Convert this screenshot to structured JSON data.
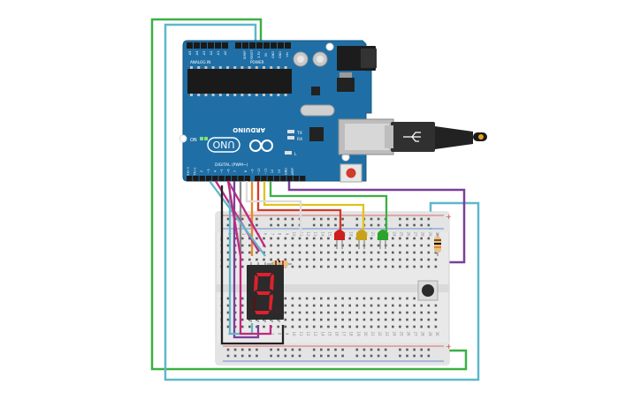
{
  "arduino": {
    "brand": "ARDUINO",
    "model": "UNO",
    "on_label": "ON",
    "tx_label": "TX",
    "rx_label": "RX",
    "l_label": "L",
    "power_header_label": "POWER",
    "analog_header_label": "ANALOG IN",
    "digital_header_label": "DIGITAL (PWM~)",
    "power_pins": [
      "Vin",
      "GND",
      "GND",
      "5V",
      "3.3V",
      "RESET",
      "IOREF"
    ],
    "analog_pins": [
      "A0",
      "A1",
      "A2",
      "A3",
      "A4",
      "A5"
    ],
    "digital_pins": [
      "AREF",
      "GND",
      "13",
      "12",
      "~11",
      "~10",
      "~9",
      "8",
      "7",
      "~6",
      "~5",
      "4",
      "~3",
      "2",
      "TX→1",
      "RX←0"
    ],
    "board_color": "#1f6fa6"
  },
  "display": {
    "digit": "9",
    "segment_color": "#e0202e"
  },
  "leds": [
    {
      "name": "red",
      "color": "#cc1f1f"
    },
    {
      "name": "yellow",
      "color": "#c9a21a"
    },
    {
      "name": "green",
      "color": "#2aa52a"
    }
  ],
  "breadboard": {
    "columns": [
      "1",
      "2",
      "3",
      "4",
      "5",
      "6",
      "7",
      "8",
      "9",
      "10",
      "11",
      "12",
      "13",
      "14",
      "15",
      "16",
      "17",
      "18",
      "19",
      "20",
      "21",
      "22",
      "23",
      "24",
      "25",
      "26",
      "27",
      "28",
      "29",
      "30"
    ],
    "row_letters_top": [
      "j",
      "i",
      "h",
      "g",
      "f"
    ],
    "row_letters_bottom": [
      "e",
      "d",
      "c",
      "b",
      "a"
    ],
    "plus": "+",
    "minus": "−"
  },
  "wire_colors": {
    "green": "#3cb043",
    "cyan": "#5fb7c9",
    "purple": "#7a3f9a",
    "magenta": "#c2287f",
    "red": "#d23a2a",
    "orange": "#e7872b",
    "yellow": "#e1c21d",
    "black": "#222222",
    "gray": "#8a8a8a",
    "white": "#dcdcdc"
  }
}
